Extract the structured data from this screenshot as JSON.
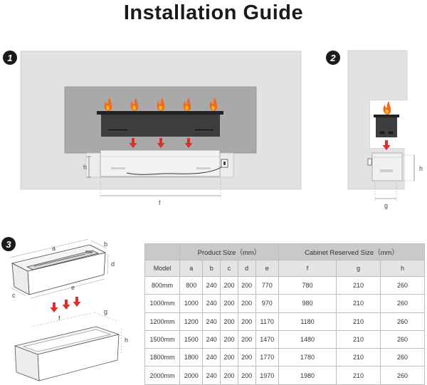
{
  "title": "Installation Guide",
  "steps": [
    "1",
    "2",
    "3"
  ],
  "diagram_labels": {
    "s1_height": "h",
    "s1_width": "f",
    "s2_height": "h",
    "s2_depth": "g",
    "s3_a": "a",
    "s3_b": "b",
    "s3_c": "c",
    "s3_d": "d",
    "s3_e": "e",
    "s3_f": "f",
    "s3_g": "g",
    "s3_h": "h"
  },
  "table": {
    "group_product": "Product Size（mm）",
    "group_cabinet": "Cabinet Reserved Size（mm）",
    "columns": [
      "Model",
      "a",
      "b",
      "c",
      "d",
      "e",
      "f",
      "g",
      "h"
    ],
    "rows": [
      [
        "800mm",
        "800",
        "240",
        "200",
        "200",
        "770",
        "780",
        "210",
        "260"
      ],
      [
        "1000mm",
        "1000",
        "240",
        "200",
        "200",
        "970",
        "980",
        "210",
        "260"
      ],
      [
        "1200mm",
        "1200",
        "240",
        "200",
        "200",
        "1170",
        "1180",
        "210",
        "260"
      ],
      [
        "1500mm",
        "1500",
        "240",
        "200",
        "200",
        "1470",
        "1480",
        "210",
        "260"
      ],
      [
        "1800mm",
        "1800",
        "240",
        "200",
        "200",
        "1770",
        "1780",
        "210",
        "260"
      ],
      [
        "2000mm",
        "2000",
        "240",
        "200",
        "200",
        "1970",
        "1980",
        "210",
        "260"
      ]
    ]
  },
  "colors": {
    "wall": "#e2e2e2",
    "recess": "#a9a9a9",
    "burner": "#3a3a3a",
    "arrow": "#d9302c",
    "flame": "#f26b1d"
  }
}
